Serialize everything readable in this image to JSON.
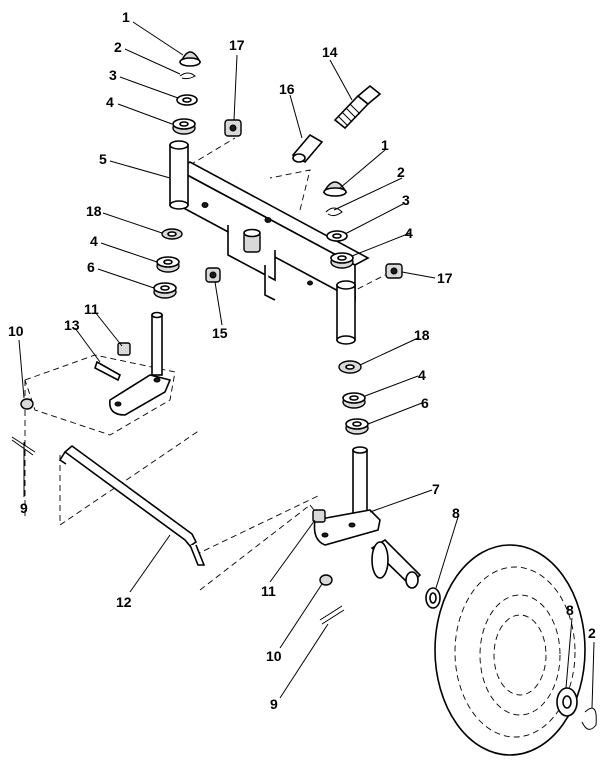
{
  "callouts": [
    {
      "id": "c1a",
      "text": "1"
    },
    {
      "id": "c2a",
      "text": "2"
    },
    {
      "id": "c3a",
      "text": "3"
    },
    {
      "id": "c4a",
      "text": "4"
    },
    {
      "id": "c5",
      "text": "5"
    },
    {
      "id": "c18a",
      "text": "18"
    },
    {
      "id": "c4b",
      "text": "4"
    },
    {
      "id": "c6a",
      "text": "6"
    },
    {
      "id": "c10a",
      "text": "10"
    },
    {
      "id": "c11a",
      "text": "11"
    },
    {
      "id": "c13",
      "text": "13"
    },
    {
      "id": "c9a",
      "text": "9"
    },
    {
      "id": "c12",
      "text": "12"
    },
    {
      "id": "c17a",
      "text": "17"
    },
    {
      "id": "c16",
      "text": "16"
    },
    {
      "id": "c14",
      "text": "14"
    },
    {
      "id": "c1b",
      "text": "1"
    },
    {
      "id": "c2b",
      "text": "2"
    },
    {
      "id": "c3b",
      "text": "3"
    },
    {
      "id": "c4c",
      "text": "4"
    },
    {
      "id": "c17b",
      "text": "17"
    },
    {
      "id": "c15",
      "text": "15"
    },
    {
      "id": "c18b",
      "text": "18"
    },
    {
      "id": "c4d",
      "text": "4"
    },
    {
      "id": "c6b",
      "text": "6"
    },
    {
      "id": "c7",
      "text": "7"
    },
    {
      "id": "c8a",
      "text": "8"
    },
    {
      "id": "c11b",
      "text": "11"
    },
    {
      "id": "c10b",
      "text": "10"
    },
    {
      "id": "c9b",
      "text": "9"
    },
    {
      "id": "c8b",
      "text": "8"
    },
    {
      "id": "c2c",
      "text": "2"
    }
  ],
  "colors": {
    "line": "#000000",
    "background": "#ffffff",
    "shade": "#d9d9d9"
  }
}
